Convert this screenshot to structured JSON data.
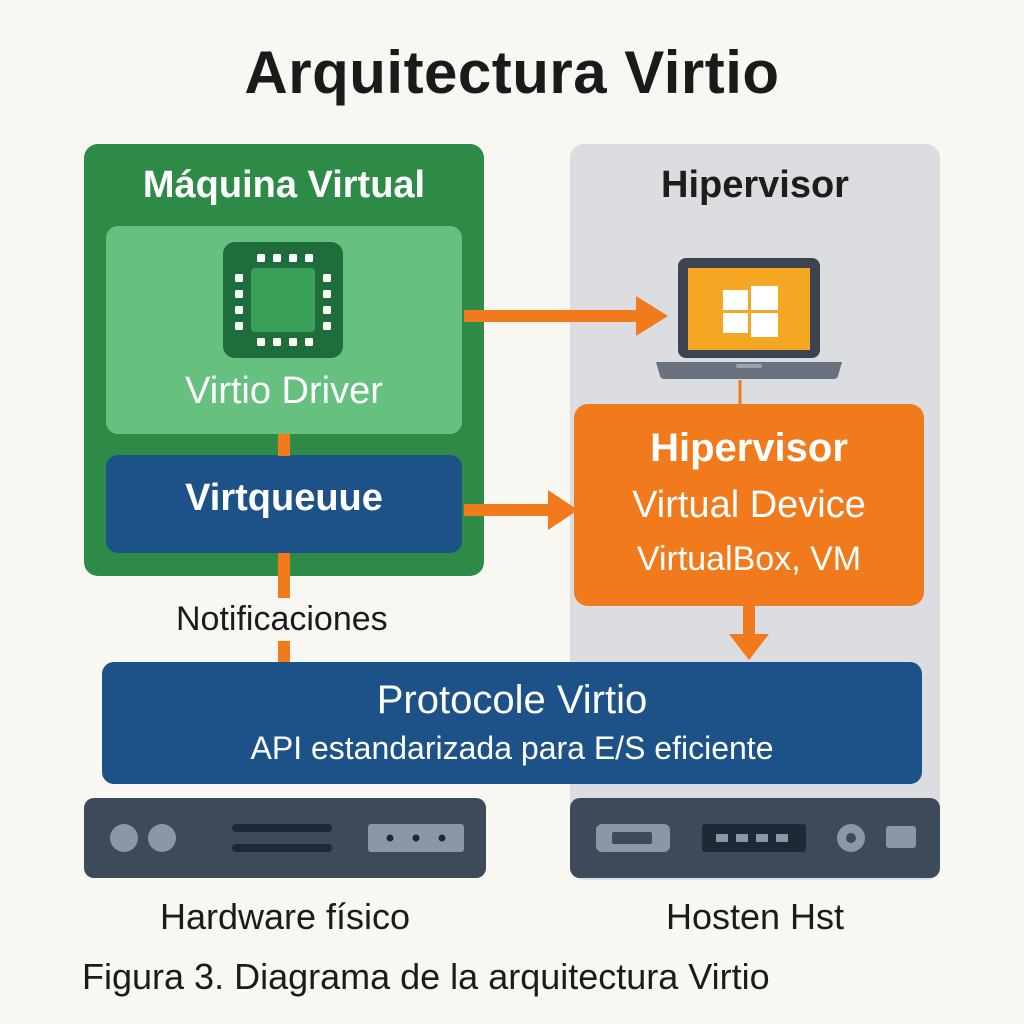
{
  "title": "Arquitectura Virtio",
  "vm": {
    "title": "Máquina Virtual",
    "driver_label": "Virtio Driver",
    "virtqueue_label": "Virtqueuue"
  },
  "hypervisor": {
    "title": "Hipervisor",
    "device_line1": "Hipervisor",
    "device_line2": "Virtual Device",
    "device_line3": "VirtualBox, VM"
  },
  "notifications_label": "Notificaciones",
  "protocol": {
    "title": "Protocole Virtio",
    "subtitle": "API estandarizada para E/S eficiente"
  },
  "hardware": {
    "left_label": "Hardware físico",
    "right_label": "Hosten Hst"
  },
  "caption": "Figura 3. Diagrama de la arquitectura Virtio",
  "colors": {
    "vm_green": "#2e8b47",
    "driver_green": "#66c07f",
    "queue_blue": "#1c5288",
    "accent_orange": "#f07a1c",
    "hypervisor_gray": "#dcdde1",
    "hardware_slate": "#3d4a5a"
  },
  "icons": {
    "driver": "cpu-chip-icon",
    "hypervisor_os": "laptop-windows-icon",
    "hardware_left": "server-rack-icon",
    "hardware_right": "server-rack-icon"
  }
}
